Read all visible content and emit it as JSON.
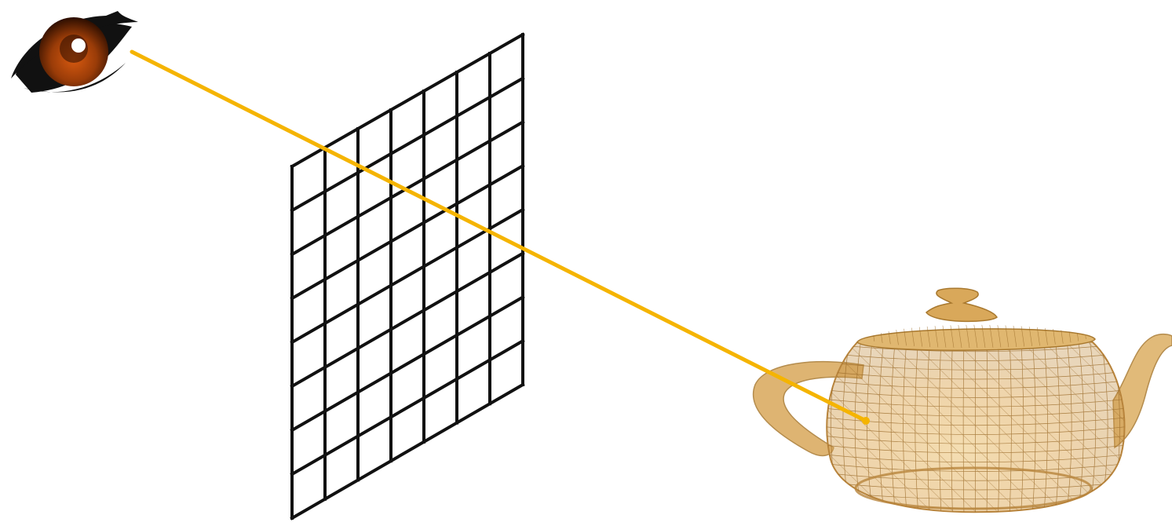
{
  "diagram": {
    "elements": [
      {
        "id": "eye",
        "icon": "eye-icon"
      },
      {
        "id": "image-plane",
        "icon": "pixel-grid-icon",
        "columns": 7,
        "rows": 8
      },
      {
        "id": "ray",
        "icon": "ray-line"
      },
      {
        "id": "teapot",
        "icon": "wireframe-teapot-icon"
      }
    ],
    "colors": {
      "ray": "#f5b400",
      "grid": "#111111",
      "teapot_wire": "#c9974a",
      "teapot_shade": "#e6c07e",
      "iris": "#8a3a06",
      "pupil": "#2a0d00"
    }
  }
}
